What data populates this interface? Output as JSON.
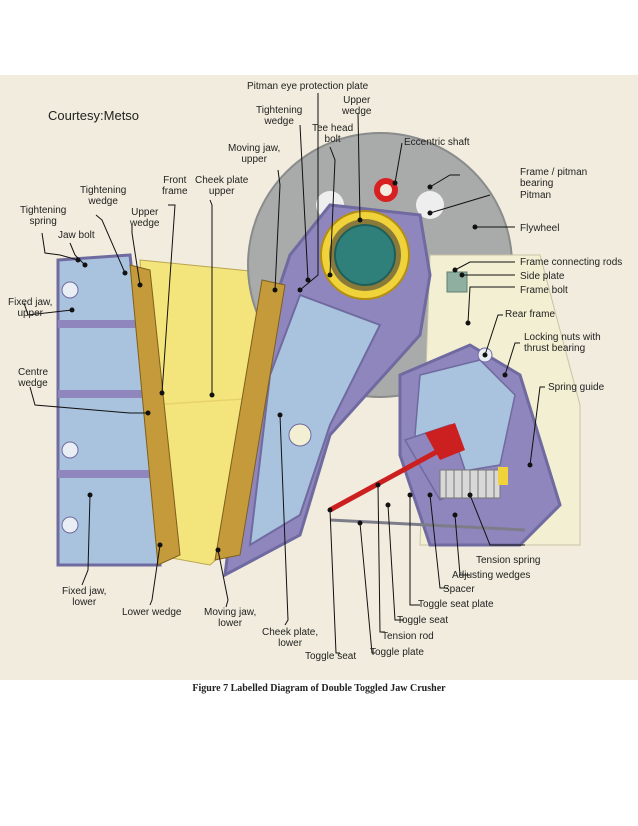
{
  "figure": {
    "courtesy": "Courtesy:Metso",
    "caption": "Figure 7 Labelled Diagram of Double Toggled Jaw Crusher",
    "colors": {
      "background": "#f1ecdd",
      "frame": "#8f86bd",
      "frame_dark": "#6f6aa0",
      "jaw_plates": "#c49a3a",
      "cheek_plates": "#f4e47c",
      "flywheel": "#a9aaaa",
      "fixed_jaw": "#a9c2dd",
      "eccentric_shaft": "#2f7f7a",
      "bearing": "#f0d23a",
      "pitman_eye": "#d92020",
      "toggle_plate": "#cc2020"
    },
    "labels": {
      "pitman_eye_protection_plate": "Pitman eye protection plate",
      "upper_wedge_top": "Upper\nwedge",
      "tightening_wedge_top": "Tightening\nwedge",
      "tee_head_bolt": "Tee head\nbolt",
      "eccentric_shaft": "Eccentric shaft",
      "moving_jaw_upper": "Moving jaw,\nupper",
      "frame_pitman_bearing": "Frame / pitman\nbearing",
      "pitman": "Pitman",
      "front_frame": "Front\nframe",
      "cheek_plate_upper": "Cheek plate\nupper",
      "tightening_wedge_left": "Tightening\nwedge",
      "tightening_spring": "Tightening\nspring",
      "jaw_bolt": "Jaw bolt",
      "upper_wedge_left": "Upper\nwedge",
      "flywheel": "Flywheel",
      "frame_connecting_rods": "Frame connecting rods",
      "side_plate": "Side plate",
      "frame_bolt": "Frame bolt",
      "fixed_jaw_upper": "Fixed jaw,\nupper",
      "rear_frame": "Rear frame",
      "locking_nuts": "Locking nuts with\nthrust bearing",
      "centre_wedge": "Centre\nwedge",
      "spring_guide": "Spring guide",
      "tension_spring": "Tension spring",
      "adjusting_wedges": "Adjusting wedges",
      "spacer": "Spacer",
      "toggle_seat_plate": "Toggle seat plate",
      "toggle_seat_right": "Toggle seat",
      "tension_rod": "Tension rod",
      "toggle_plate": "Toggle plate",
      "toggle_seat_bottom": "Toggle seat",
      "cheek_plate_lower": "Cheek plate,\nlower",
      "moving_jaw_lower": "Moving jaw,\nlower",
      "lower_wedge": "Lower wedge",
      "fixed_jaw_lower": "Fixed jaw,\nlower"
    }
  }
}
